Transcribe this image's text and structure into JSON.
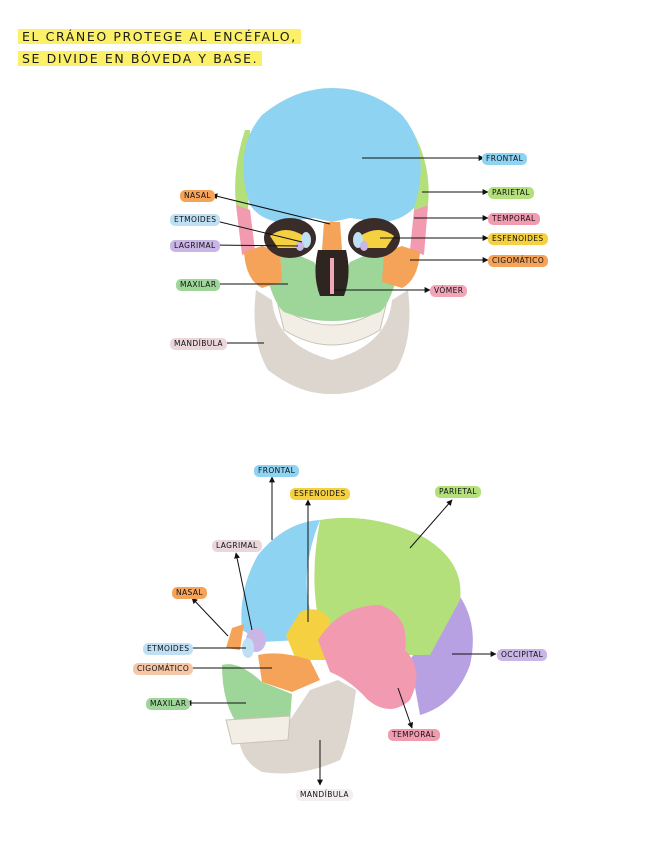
{
  "title": {
    "line1": "EL CRÁNEO PROTEGE AL ENCÉFALO,",
    "line2": "SE DIVIDE EN BÓVEDA Y BASE."
  },
  "colors": {
    "title_highlight": "#fbf067",
    "frontal": "#8fd3f2",
    "parietal": "#b4e07c",
    "temporal": "#f29ab0",
    "esfenoides": "#f5d142",
    "cigomatico": "#f6a35a",
    "nasal": "#f6a35a",
    "etmoides": "#bfe0f4",
    "lagrimal": "#c9b6e6",
    "maxilar": "#9ed69a",
    "vomer": "#f0a6b7",
    "mandibula": "#ead7dc",
    "occipital": "#b7a1e3"
  },
  "front_view": {
    "frontal": "FRONTAL",
    "parietal": "PARIETAL",
    "temporal": "TEMPORAL",
    "esfenoides": "ESFENOIDES",
    "cigomatico": "CIGOMÁTICO",
    "vomer": "VÓMER",
    "nasal": "NASAL",
    "etmoides": "ETMOIDES",
    "lagrimal": "LAGRIMAL",
    "maxilar": "MAXILAR",
    "mandibula": "MANDÍBULA"
  },
  "lateral_view": {
    "frontal": "FRONTAL",
    "esfenoides": "ESFENOIDES",
    "parietal": "PARIETAL",
    "lagrimal": "LAGRIMAL",
    "nasal": "NASAL",
    "etmoides": "ETMOIDES",
    "cigomatico": "CIGOMÁTICO",
    "maxilar": "MAXILAR",
    "occipital": "OCCIPITAL",
    "temporal": "TEMPORAL",
    "mandibula": "MANDÍBULA"
  }
}
